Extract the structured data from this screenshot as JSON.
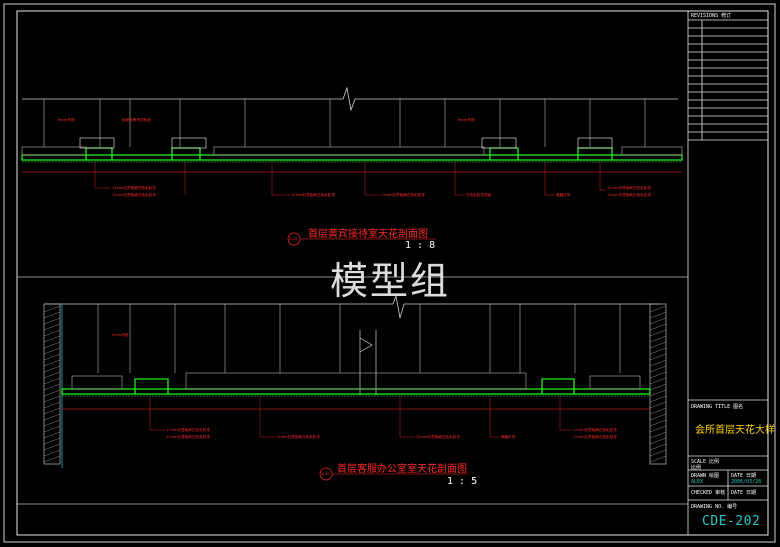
{
  "watermark": "模型组",
  "section_top": {
    "ref": "D-20",
    "title": "首层黄宾接待室天花剖面图",
    "scale": "1 : 8",
    "annotations": {
      "a1": "9mm吊筋",
      "a2": "轻钢龙骨吊顶系统",
      "a3": "9mm吊筋",
      "b1": "12mm石膏板刷白色乳胶漆",
      "b2": "12mm石膏板刷白色乳胶漆",
      "b3": "12mm石膏板刷白色乳胶漆",
      "b4": "12mm石膏板刷白色乳胶漆",
      "b5": "白色乳胶漆饰面",
      "b6": "暗藏灯带",
      "b7": "12mm石膏板刷白色乳胶漆",
      "b8": "12mm石膏板刷白色乳胶漆"
    }
  },
  "section_bottom": {
    "ref": "D-30",
    "title": "首层客服办公室室天花剖面图",
    "scale": "1 : 5",
    "annotations": {
      "a1": "9mm吊筋",
      "b1": "12mm石膏板刷白色乳胶漆",
      "b2": "12mm石膏板刷白色乳胶漆",
      "b3": "12mm石膏板刷白色乳胶漆",
      "b4": "12mm石膏板刷白色乳胶漆",
      "b5": "暗藏灯带",
      "b6": "12mm石膏板刷白色乳胶漆",
      "b7": "12mm石膏板刷白色乳胶漆"
    }
  },
  "title_block": {
    "revisions_label": "REVISIONS 修订",
    "drawing_title_label": "DRAWING TITLE 图名",
    "drawing_title": "会所首层天花大样",
    "scale_label": "SCALE 比例",
    "scale_value": "比例",
    "drawn_label": "DRAWN 绘图",
    "drawn_value": "ALEX",
    "date_label": "DATE 日期",
    "date_value": "2006/03/28",
    "checked_label": "CHECKED 审核",
    "date2_label": "DATE 日期",
    "drawing_no_label": "DRAWING NO. 编号",
    "drawing_no": "CDE-202"
  },
  "colors": {
    "background": "#000000",
    "frame": "#ffffff",
    "ceiling_green": "#22ee22",
    "annotation_red": "#ff2a2a",
    "title_yellow": "#ffd400",
    "number_cyan": "#21c7c7"
  }
}
